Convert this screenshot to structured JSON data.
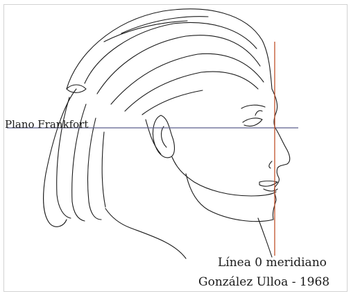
{
  "labels": {
    "frankfort_plane": "Plano Frankfort",
    "meridian_line": "Línea 0 meridiano",
    "author_year": "González Ulloa - 1968"
  },
  "colors": {
    "background": "#ffffff",
    "sketch": "#1a1a1a",
    "frankfort_line": "#5a5e8c",
    "meridian_line": "#c0502a",
    "frame_border": "#d2d2d2"
  }
}
